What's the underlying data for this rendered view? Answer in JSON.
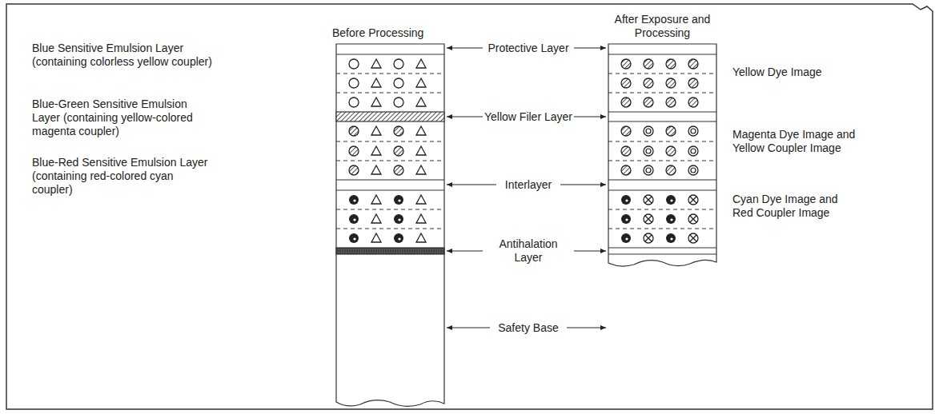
{
  "diagram": {
    "labels": [
      "Before Processing",
      "After Exposure and Processing",
      "Protective Layer",
      "Blue Sensitive Emulsion Layer (containing colorless yellow coupler)",
      "Yellow Filer Layer",
      "Blue-Green Sensitive Emulsion Layer (containing yellow-colored magenta coupler)",
      "Interlayer",
      "Blue-Red Sensitive Emulsion Layer (containing red-colored cyan coupler)",
      "Antihalation Layer",
      "Safety Base",
      "Yellow Dye Image",
      "Magenta Dye Image and Yellow Coupler Image",
      "Cyan Dye Image and Red Coupler Image"
    ]
  }
}
